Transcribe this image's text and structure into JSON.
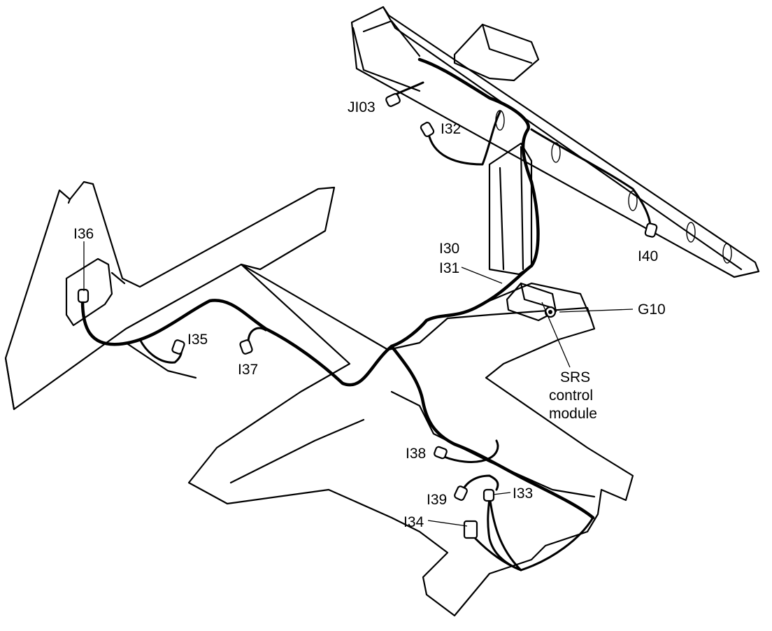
{
  "labels": {
    "j103": "JI03",
    "i32": "I32",
    "i36": "I36",
    "i30": "I30",
    "i31": "I31",
    "i40": "I40",
    "g10": "G10",
    "i35": "I35",
    "i37": "I37",
    "srs_line1": "SRS",
    "srs_line2": "control",
    "srs_line3": "module",
    "i38": "I38",
    "i33": "I33",
    "i39": "I39",
    "i34": "I34"
  }
}
